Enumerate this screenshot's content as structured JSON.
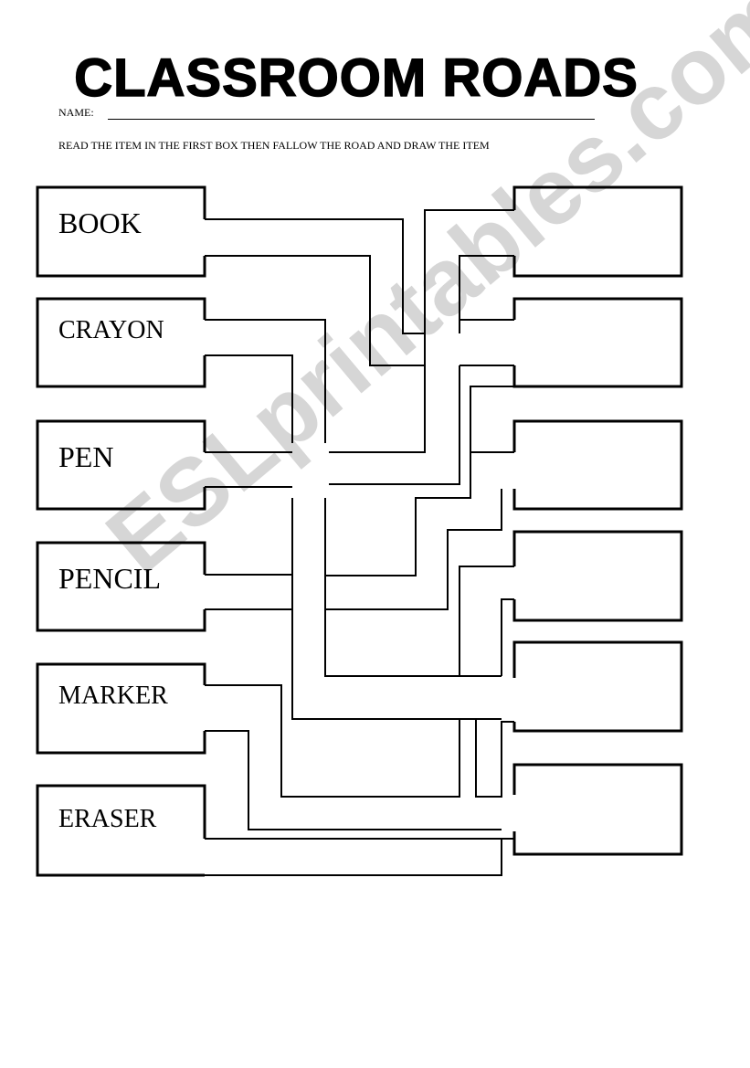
{
  "worksheet": {
    "title": "CLASSROOM ROADS",
    "name_label": "NAME:",
    "instructions": "READ THE ITEM IN THE FIRST BOX THEN FALLOW THE ROAD AND DRAW THE ITEM",
    "items": [
      {
        "label": "BOOK"
      },
      {
        "label": "CRAYON"
      },
      {
        "label": "PEN"
      },
      {
        "label": "PENCIL"
      },
      {
        "label": "MARKER"
      },
      {
        "label": "ERASER"
      }
    ],
    "draw_boxes_count_label": ""
  },
  "watermark": {
    "text": "ESLprintables.com"
  }
}
